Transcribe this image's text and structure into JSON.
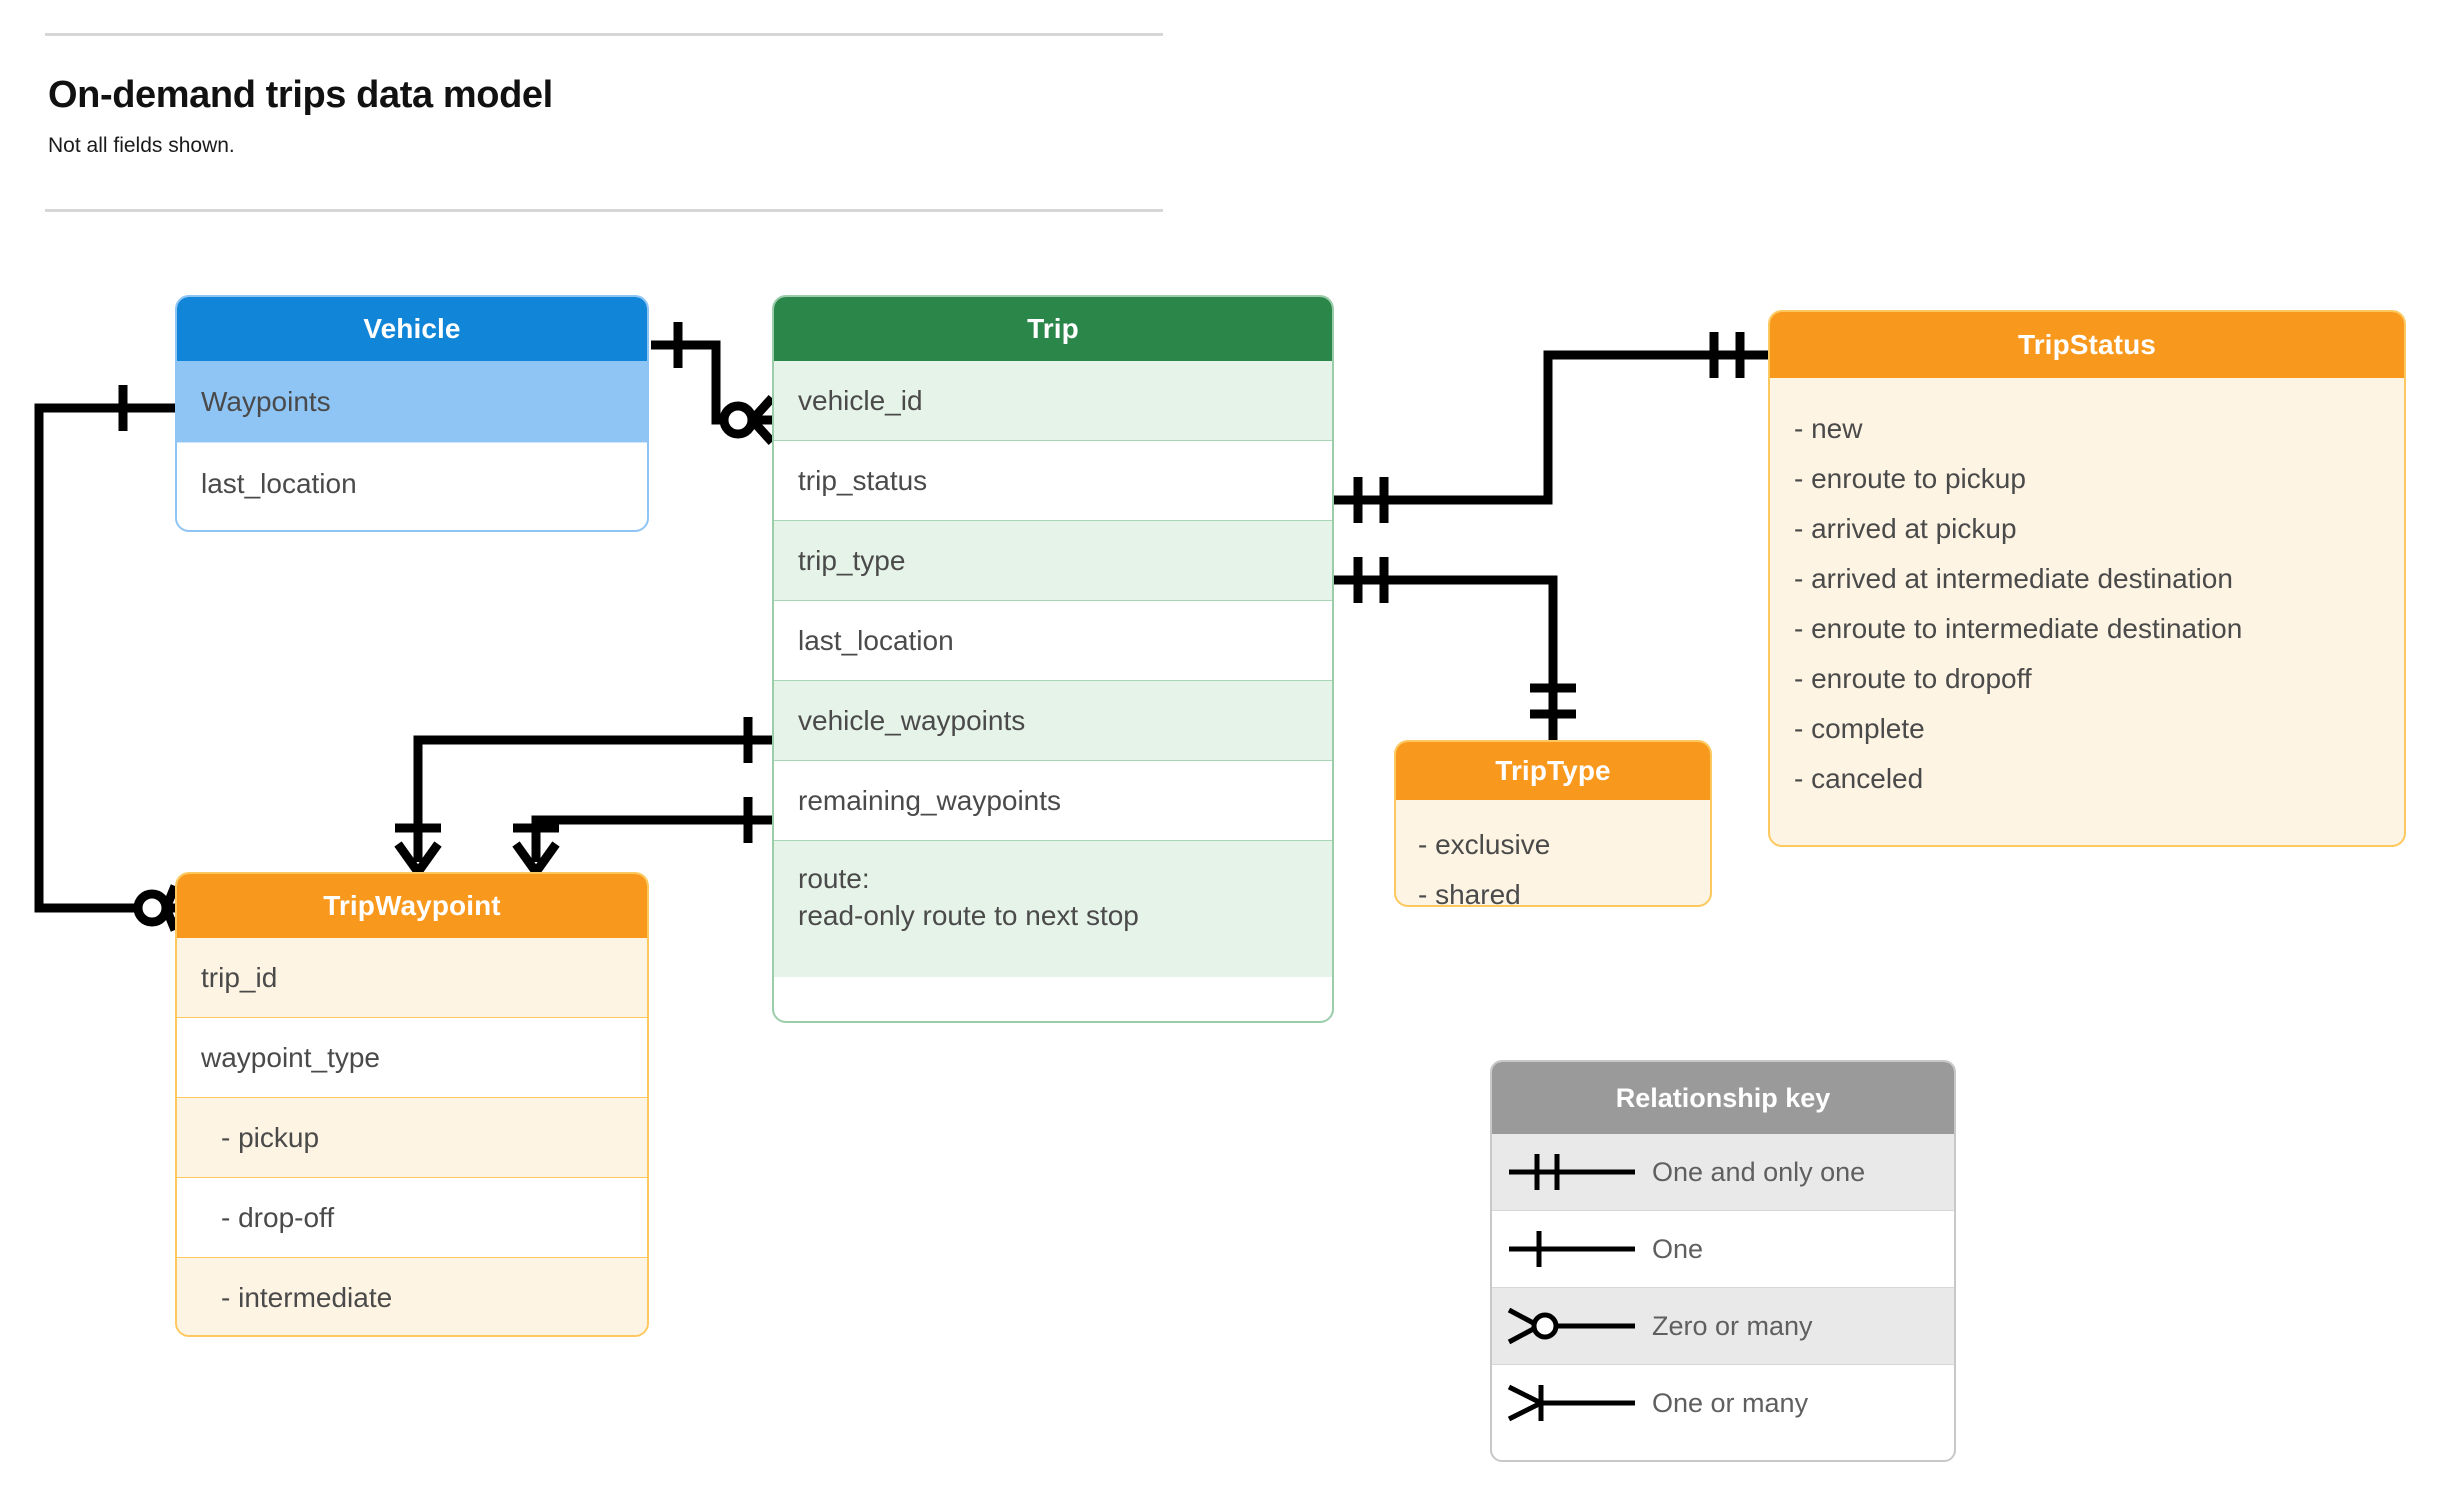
{
  "header": {
    "title": "On-demand trips data model",
    "subtitle": "Not all fields shown."
  },
  "colors": {
    "vehicle_header": "#1185d8",
    "vehicle_highlight": "#8ec5f5",
    "trip_header": "#2a8649",
    "trip_row_alt": "#e6f3e9",
    "enum_header": "#f8981d",
    "enum_body": "#fdf4e3",
    "enum_border": "#fdc95e",
    "legend_header": "#9a9a9a",
    "wire": "#000000"
  },
  "entities": {
    "vehicle": {
      "title": "Vehicle",
      "fields": [
        {
          "label": "Waypoints",
          "highlight": true
        },
        {
          "label": "last_location",
          "highlight": false
        }
      ]
    },
    "trip": {
      "title": "Trip",
      "fields": [
        {
          "label": "vehicle_id",
          "highlight": true
        },
        {
          "label": "trip_status",
          "highlight": false
        },
        {
          "label": "trip_type",
          "highlight": true
        },
        {
          "label": "last_location",
          "highlight": false
        },
        {
          "label": "vehicle_waypoints",
          "highlight": true
        },
        {
          "label": "remaining_waypoints",
          "highlight": false
        }
      ],
      "note": {
        "line1": "route:",
        "line2": "read-only route to next stop"
      }
    },
    "trip_status": {
      "title": "TripStatus",
      "values": [
        "- new",
        "- enroute to pickup",
        "- arrived at pickup",
        "- arrived at intermediate destination",
        "- enroute to intermediate destination",
        "- enroute to dropoff",
        "- complete",
        "- canceled"
      ]
    },
    "trip_type": {
      "title": "TripType",
      "values": [
        "- exclusive",
        "- shared"
      ]
    },
    "trip_waypoint": {
      "title": "TripWaypoint",
      "fields": [
        {
          "label": "trip_id",
          "highlight": true,
          "indent": false
        },
        {
          "label": "waypoint_type",
          "highlight": false,
          "indent": false
        },
        {
          "label": "-  pickup",
          "highlight": true,
          "indent": true
        },
        {
          "label": "-  drop-off",
          "highlight": false,
          "indent": true
        },
        {
          "label": "-  intermediate",
          "highlight": true,
          "indent": true
        }
      ]
    }
  },
  "legend": {
    "title": "Relationship key",
    "rows": [
      {
        "label": "One and only one",
        "symbol": "one-and-only-one"
      },
      {
        "label": "One",
        "symbol": "one"
      },
      {
        "label": "Zero or many",
        "symbol": "zero-or-many"
      },
      {
        "label": "One or many",
        "symbol": "one-or-many"
      }
    ]
  },
  "relationships": [
    {
      "from": "Vehicle",
      "from_cardinality": "one",
      "to": "Trip.vehicle_id",
      "to_cardinality": "zero-or-many"
    },
    {
      "from": "Vehicle.Waypoints",
      "from_cardinality": "one",
      "to": "TripWaypoint",
      "to_cardinality": "zero-or-many"
    },
    {
      "from": "Trip.trip_status",
      "from_cardinality": "one-and-only-one",
      "to": "TripStatus",
      "to_cardinality": "one-and-only-one"
    },
    {
      "from": "Trip.trip_type",
      "from_cardinality": "one-and-only-one",
      "to": "TripType",
      "to_cardinality": "one-and-only-one"
    },
    {
      "from": "Trip.vehicle_waypoints",
      "from_cardinality": "one",
      "to": "TripWaypoint",
      "to_cardinality": "one-or-many"
    },
    {
      "from": "Trip.remaining_waypoints",
      "from_cardinality": "one",
      "to": "TripWaypoint",
      "to_cardinality": "one-or-many"
    }
  ]
}
